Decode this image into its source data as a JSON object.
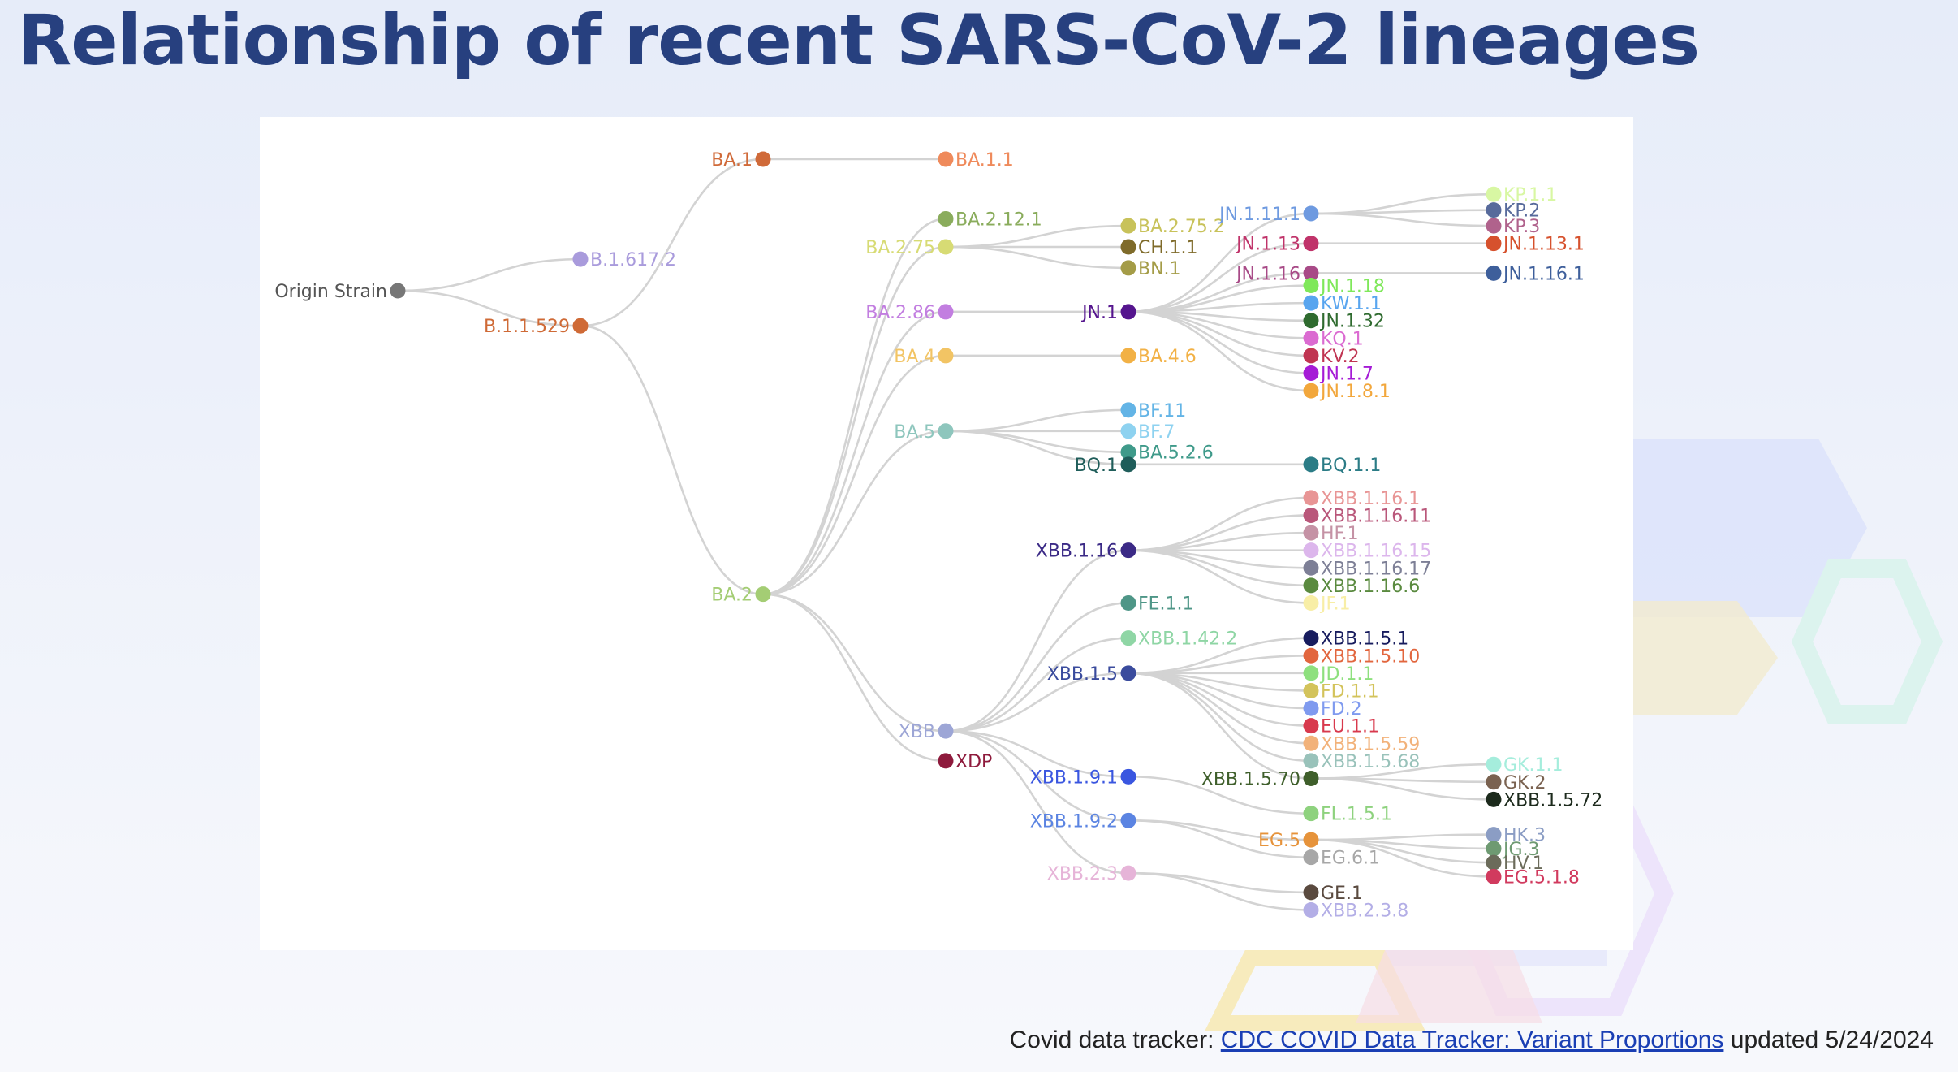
{
  "page": {
    "title": "Relationship of recent SARS-CoV-2 lineages",
    "footer_prefix": "Covid data tracker: ",
    "footer_link": "CDC COVID Data Tracker: Variant Proportions",
    "footer_suffix": " updated 5/24/2024"
  },
  "colors": {
    "title": "#27407f",
    "link": "#1a3fb4",
    "edge": "#d3d3d3"
  },
  "tree": {
    "nodes": [
      {
        "id": "Origin Strain",
        "depth": 0,
        "row": 8.5,
        "color": "#777777",
        "side": "left"
      },
      {
        "id": "B.1.617.2",
        "depth": 1,
        "row": 6.7,
        "parent": "Origin Strain",
        "color": "#a99bdc",
        "side": "right"
      },
      {
        "id": "B.1.1.529",
        "depth": 1,
        "row": 10.5,
        "parent": "Origin Strain",
        "color": "#cf6a36",
        "side": "left"
      },
      {
        "id": "BA.1",
        "depth": 2,
        "row": 1.0,
        "parent": "B.1.1.529",
        "color": "#d06a39",
        "side": "left"
      },
      {
        "id": "BA.2",
        "depth": 2,
        "row": 25.8,
        "parent": "B.1.1.529",
        "color": "#a4cd74",
        "side": "left"
      },
      {
        "id": "BA.1.1",
        "depth": 3,
        "row": 1.0,
        "parent": "BA.1",
        "color": "#ef8a5b",
        "side": "right"
      },
      {
        "id": "BA.2.12.1",
        "depth": 3,
        "row": 4.4,
        "parent": "BA.2",
        "color": "#8aac5c",
        "side": "right"
      },
      {
        "id": "BA.2.75",
        "depth": 3,
        "row": 6.0,
        "parent": "BA.2",
        "color": "#d7db74",
        "side": "left"
      },
      {
        "id": "BA.2.86",
        "depth": 3,
        "row": 9.7,
        "parent": "BA.2",
        "color": "#c27ee0",
        "side": "left"
      },
      {
        "id": "BA.4",
        "depth": 3,
        "row": 12.2,
        "parent": "BA.2",
        "color": "#f2c464",
        "side": "left"
      },
      {
        "id": "BA.5",
        "depth": 3,
        "row": 16.5,
        "parent": "BA.2",
        "color": "#8ec6bd",
        "side": "left"
      },
      {
        "id": "XBB",
        "depth": 3,
        "row": 33.6,
        "parent": "BA.2",
        "color": "#9da6d6",
        "side": "left"
      },
      {
        "id": "XDP",
        "depth": 3,
        "row": 35.3,
        "parent": "BA.2",
        "color": "#8e1a3c",
        "side": "right"
      },
      {
        "id": "BA.2.75.2",
        "depth": 4,
        "row": 4.8,
        "parent": "BA.2.75",
        "color": "#c8c25a",
        "side": "right"
      },
      {
        "id": "CH.1.1",
        "depth": 4,
        "row": 6.0,
        "parent": "BA.2.75",
        "color": "#7f6b2a",
        "side": "right"
      },
      {
        "id": "BN.1",
        "depth": 4,
        "row": 7.2,
        "parent": "BA.2.75",
        "color": "#a49c47",
        "side": "right"
      },
      {
        "id": "JN.1",
        "depth": 4,
        "row": 9.7,
        "parent": "BA.2.86",
        "color": "#55158e",
        "side": "left"
      },
      {
        "id": "BA.4.6",
        "depth": 4,
        "row": 12.2,
        "parent": "BA.4",
        "color": "#f2b145",
        "side": "right"
      },
      {
        "id": "BF.11",
        "depth": 4,
        "row": 15.3,
        "parent": "BA.5",
        "color": "#63b4e6",
        "side": "right"
      },
      {
        "id": "BF.7",
        "depth": 4,
        "row": 16.5,
        "parent": "BA.5",
        "color": "#8ed2f0",
        "side": "right"
      },
      {
        "id": "BA.5.2.6",
        "depth": 4,
        "row": 17.7,
        "parent": "BA.5",
        "color": "#3f9a8a",
        "side": "right"
      },
      {
        "id": "BQ.1",
        "depth": 4,
        "row": 18.4,
        "parent": "BA.5",
        "color": "#1f5d5a",
        "side": "left"
      },
      {
        "id": "XBB.1.16",
        "depth": 4,
        "row": 23.3,
        "parent": "XBB",
        "color": "#3b2a86",
        "side": "left"
      },
      {
        "id": "FE.1.1",
        "depth": 4,
        "row": 26.3,
        "parent": "XBB",
        "color": "#4e9687",
        "side": "right"
      },
      {
        "id": "XBB.1.42.2",
        "depth": 4,
        "row": 28.3,
        "parent": "XBB",
        "color": "#8fd6a5",
        "side": "right"
      },
      {
        "id": "XBB.1.5",
        "depth": 4,
        "row": 30.3,
        "parent": "XBB",
        "color": "#3a4b9d",
        "side": "left"
      },
      {
        "id": "XBB.1.9.1",
        "depth": 4,
        "row": 36.2,
        "parent": "XBB",
        "color": "#3a56e0",
        "side": "left"
      },
      {
        "id": "XBB.1.9.2",
        "depth": 4,
        "row": 38.7,
        "parent": "XBB",
        "color": "#5b84e2",
        "side": "left"
      },
      {
        "id": "XBB.2.3",
        "depth": 4,
        "row": 41.7,
        "parent": "XBB",
        "color": "#e6b4d8",
        "side": "left"
      },
      {
        "id": "JN.1.11.1",
        "depth": 5,
        "row": 4.1,
        "parent": "JN.1",
        "color": "#6e9ae0",
        "side": "left"
      },
      {
        "id": "JN.1.13",
        "depth": 5,
        "row": 5.8,
        "parent": "JN.1",
        "color": "#c0336a",
        "side": "left"
      },
      {
        "id": "JN.1.16",
        "depth": 5,
        "row": 7.5,
        "parent": "JN.1",
        "color": "#a84a87",
        "side": "left"
      },
      {
        "id": "JN.1.18",
        "depth": 5,
        "row": 8.2,
        "parent": "JN.1",
        "color": "#7fe85a",
        "side": "right"
      },
      {
        "id": "KW.1.1",
        "depth": 5,
        "row": 9.2,
        "parent": "JN.1",
        "color": "#58a5ef",
        "side": "right"
      },
      {
        "id": "JN.1.32",
        "depth": 5,
        "row": 10.2,
        "parent": "JN.1",
        "color": "#2f6b2f",
        "side": "right"
      },
      {
        "id": "KQ.1",
        "depth": 5,
        "row": 11.2,
        "parent": "JN.1",
        "color": "#db6bd1",
        "side": "right"
      },
      {
        "id": "KV.2",
        "depth": 5,
        "row": 12.2,
        "parent": "JN.1",
        "color": "#c03552",
        "side": "right"
      },
      {
        "id": "JN.1.7",
        "depth": 5,
        "row": 13.2,
        "parent": "JN.1",
        "color": "#a51bd6",
        "side": "right"
      },
      {
        "id": "JN.1.8.1",
        "depth": 5,
        "row": 14.2,
        "parent": "JN.1",
        "color": "#f2a73c",
        "side": "right"
      },
      {
        "id": "BQ.1.1",
        "depth": 5,
        "row": 18.4,
        "parent": "BQ.1",
        "color": "#2b7c86",
        "side": "right"
      },
      {
        "id": "XBB.1.16.1",
        "depth": 5,
        "row": 20.3,
        "parent": "XBB.1.16",
        "color": "#e89595",
        "side": "right"
      },
      {
        "id": "XBB.1.16.11",
        "depth": 5,
        "row": 21.3,
        "parent": "XBB.1.16",
        "color": "#b9577a",
        "side": "right"
      },
      {
        "id": "HF.1",
        "depth": 5,
        "row": 22.3,
        "parent": "XBB.1.16",
        "color": "#c592a5",
        "side": "right"
      },
      {
        "id": "XBB.1.16.15",
        "depth": 5,
        "row": 23.3,
        "parent": "XBB.1.16",
        "color": "#dcb6ec",
        "side": "right"
      },
      {
        "id": "XBB.1.16.17",
        "depth": 5,
        "row": 24.3,
        "parent": "XBB.1.16",
        "color": "#7d7f96",
        "side": "right"
      },
      {
        "id": "XBB.1.16.6",
        "depth": 5,
        "row": 25.3,
        "parent": "XBB.1.16",
        "color": "#5a8a3f",
        "side": "right"
      },
      {
        "id": "JF.1",
        "depth": 5,
        "row": 26.3,
        "parent": "XBB.1.16",
        "color": "#f8eea6",
        "side": "right"
      },
      {
        "id": "XBB.1.5.1",
        "depth": 5,
        "row": 28.3,
        "parent": "XBB.1.5",
        "color": "#171c5e",
        "side": "right"
      },
      {
        "id": "XBB.1.5.10",
        "depth": 5,
        "row": 29.3,
        "parent": "XBB.1.5",
        "color": "#e2663e",
        "side": "right"
      },
      {
        "id": "JD.1.1",
        "depth": 5,
        "row": 30.3,
        "parent": "XBB.1.5",
        "color": "#8ee07e",
        "side": "right"
      },
      {
        "id": "FD.1.1",
        "depth": 5,
        "row": 31.3,
        "parent": "XBB.1.5",
        "color": "#d3c35b",
        "side": "right"
      },
      {
        "id": "FD.2",
        "depth": 5,
        "row": 32.3,
        "parent": "XBB.1.5",
        "color": "#7f9aef",
        "side": "right"
      },
      {
        "id": "EU.1.1",
        "depth": 5,
        "row": 33.3,
        "parent": "XBB.1.5",
        "color": "#d8394d",
        "side": "right"
      },
      {
        "id": "XBB.1.5.59",
        "depth": 5,
        "row": 34.3,
        "parent": "XBB.1.5",
        "color": "#f2b27a",
        "side": "right"
      },
      {
        "id": "XBB.1.5.68",
        "depth": 5,
        "row": 35.3,
        "parent": "XBB.1.5",
        "color": "#99c2ba",
        "side": "right"
      },
      {
        "id": "XBB.1.5.70",
        "depth": 5,
        "row": 36.3,
        "parent": "XBB.1.5",
        "color": "#3f5f2b",
        "side": "left"
      },
      {
        "id": "FL.1.5.1",
        "depth": 5,
        "row": 38.3,
        "parent": "XBB.1.9.1",
        "color": "#8ed27e",
        "side": "right"
      },
      {
        "id": "EG.5",
        "depth": 5,
        "row": 39.8,
        "parent": "XBB.1.9.2",
        "color": "#e6933b",
        "side": "left"
      },
      {
        "id": "EG.6.1",
        "depth": 5,
        "row": 40.8,
        "parent": "XBB.1.9.2",
        "color": "#a7a7a7",
        "side": "right"
      },
      {
        "id": "GE.1",
        "depth": 5,
        "row": 42.8,
        "parent": "XBB.2.3",
        "color": "#5a4a3f",
        "side": "right"
      },
      {
        "id": "XBB.2.3.8",
        "depth": 5,
        "row": 43.8,
        "parent": "XBB.2.3",
        "color": "#b3aee6",
        "side": "right"
      },
      {
        "id": "KP.1.1",
        "depth": 6,
        "row": 3.0,
        "parent": "JN.1.11.1",
        "color": "#d8f7a3",
        "side": "right"
      },
      {
        "id": "KP.2",
        "depth": 6,
        "row": 3.9,
        "parent": "JN.1.11.1",
        "color": "#576a9b",
        "side": "right"
      },
      {
        "id": "KP.3",
        "depth": 6,
        "row": 4.8,
        "parent": "JN.1.11.1",
        "color": "#b0628c",
        "side": "right"
      },
      {
        "id": "JN.1.13.1",
        "depth": 6,
        "row": 5.8,
        "parent": "JN.1.13",
        "color": "#d6512d",
        "side": "right"
      },
      {
        "id": "JN.1.16.1",
        "depth": 6,
        "row": 7.5,
        "parent": "JN.1.16",
        "color": "#3e5f9b",
        "side": "right"
      },
      {
        "id": "GK.1.1",
        "depth": 6,
        "row": 35.5,
        "parent": "XBB.1.5.70",
        "color": "#a5eddc",
        "side": "right"
      },
      {
        "id": "GK.2",
        "depth": 6,
        "row": 36.5,
        "parent": "XBB.1.5.70",
        "color": "#7a6250",
        "side": "right"
      },
      {
        "id": "XBB.1.5.72",
        "depth": 6,
        "row": 37.5,
        "parent": "XBB.1.5.70",
        "color": "#1c2a1c",
        "side": "right"
      },
      {
        "id": "HK.3",
        "depth": 6,
        "row": 39.5,
        "parent": "EG.5",
        "color": "#8b9dc4",
        "side": "right"
      },
      {
        "id": "JG.3",
        "depth": 6,
        "row": 40.3,
        "parent": "EG.5",
        "color": "#6e9a72",
        "side": "right"
      },
      {
        "id": "HV.1",
        "depth": 6,
        "row": 41.1,
        "parent": "EG.5",
        "color": "#6b6b5a",
        "side": "right"
      },
      {
        "id": "EG.5.1.8",
        "depth": 6,
        "row": 41.9,
        "parent": "EG.5",
        "color": "#d13a5e",
        "side": "right"
      }
    ]
  }
}
